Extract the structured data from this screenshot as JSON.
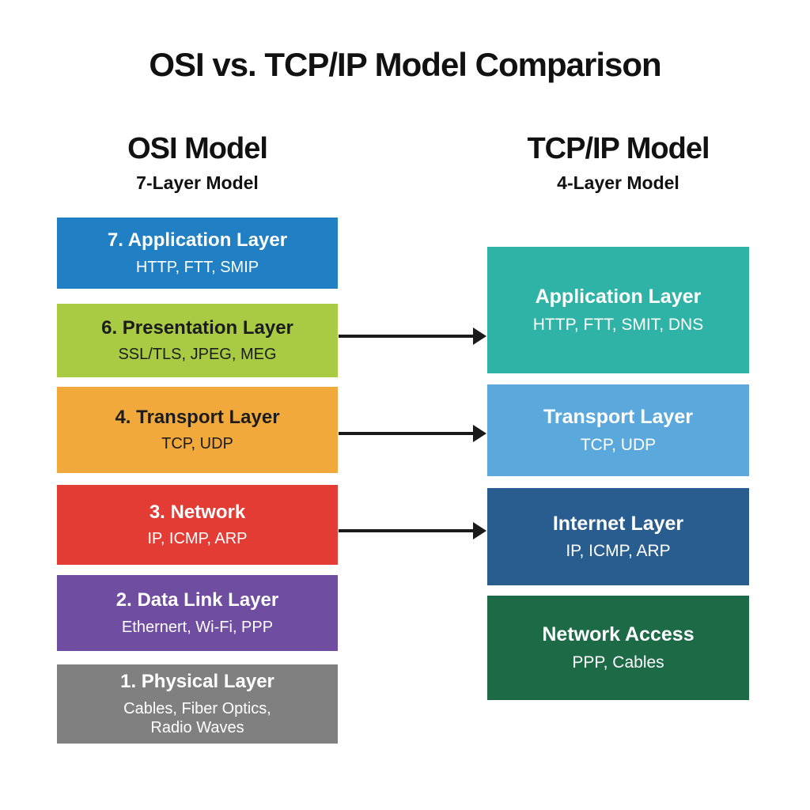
{
  "title": "OSI vs. TCP/IP Model Comparison",
  "colors": {
    "background": "#ffffff",
    "heading_text": "#111111",
    "arrow": "#1a1a1a"
  },
  "osi": {
    "heading": "OSI Model",
    "subheading": "7-Layer Model",
    "layers": [
      {
        "title": "7. Application Layer",
        "protocols": "HTTP, FTT, SMIP",
        "color": "#2180c4",
        "text_color": "#ffffff"
      },
      {
        "title": "6. Presentation Layer",
        "protocols": "SSL/TLS, JPEG, MEG",
        "color": "#a9cb43",
        "text_color": "#1c1c1c"
      },
      {
        "title": "4. Transport Layer",
        "protocols": "TCP, UDP",
        "color": "#f2a93c",
        "text_color": "#1c1c1c"
      },
      {
        "title": "3. Network",
        "protocols": "IP, ICMP, ARP",
        "color": "#e23c35",
        "text_color": "#ffffff"
      },
      {
        "title": "2. Data Link Layer",
        "protocols": "Ethernert, Wi-Fi, PPP",
        "color": "#6f4da0",
        "text_color": "#ffffff"
      },
      {
        "title": "1. Physical Layer",
        "protocols": "Cables, Fiber Optics,\nRadio Waves",
        "color": "#808080",
        "text_color": "#ffffff"
      }
    ]
  },
  "tcpip": {
    "heading": "TCP/IP Model",
    "subheading": "4-Layer Model",
    "layers": [
      {
        "title": "Application Layer",
        "protocols": "HTTP, FTT, SMIT, DNS",
        "color": "#2fb3a6",
        "text_color": "#ffffff"
      },
      {
        "title": "Transport Layer",
        "protocols": "TCP, UDP",
        "color": "#5ba9dc",
        "text_color": "#ffffff"
      },
      {
        "title": "Internet Layer",
        "protocols": "IP, ICMP, ARP",
        "color": "#2a5d8f",
        "text_color": "#ffffff"
      },
      {
        "title": "Network Access",
        "protocols": "PPP, Cables",
        "color": "#1d6a47",
        "text_color": "#ffffff"
      }
    ]
  },
  "arrows": [
    {
      "from": "6. Presentation Layer",
      "to": "Application Layer"
    },
    {
      "from": "4. Transport Layer",
      "to": "Transport Layer"
    },
    {
      "from": "3. Network",
      "to": "Internet Layer"
    }
  ]
}
